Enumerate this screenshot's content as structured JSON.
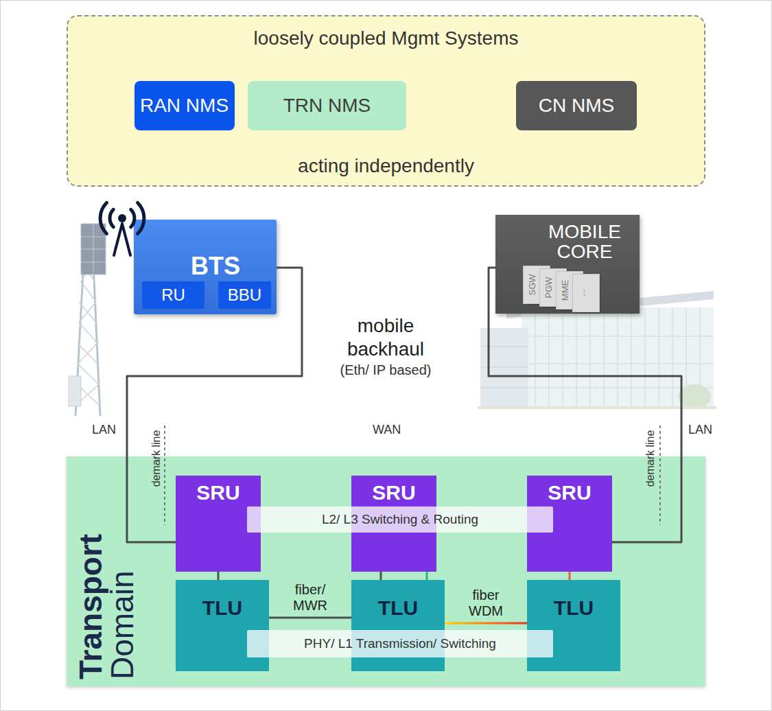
{
  "diagram": {
    "nodes": [
      {
        "text": [
          "loosely coupled Mgmt Systems",
          "acting independently"
        ]
      },
      {
        "text": [
          "RAN NMS"
        ],
        "in": 0
      },
      {
        "text": [
          "TRN NMS"
        ],
        "in": 0
      },
      {
        "text": [
          "CN NMS"
        ],
        "in": 0
      },
      {
        "text": [
          "BTS"
        ]
      },
      {
        "text": [
          "RU"
        ],
        "in": 4
      },
      {
        "text": [
          "BBU"
        ],
        "in": 4
      },
      {
        "text": [
          "MOBILE CORE"
        ]
      },
      {
        "text": [
          "Transport Domain"
        ]
      },
      {
        "text": [
          "SRU"
        ],
        "in": 8
      },
      {
        "text": [
          "SRU"
        ],
        "in": 8
      },
      {
        "text": [
          "SRU"
        ],
        "in": 8
      },
      {
        "text": [
          "L2/ L3 Switching & Routing"
        ],
        "in": 8
      },
      {
        "text": [
          "TLU"
        ],
        "in": 8
      },
      {
        "text": [
          "TLU"
        ],
        "in": 8
      },
      {
        "text": [
          "TLU"
        ],
        "in": 8
      },
      {
        "text": [
          "PHY/ L1 Transmission/ Switching"
        ],
        "in": 8
      }
    ],
    "edges": [
      {
        "from": 4,
        "to": 9,
        "arrow": "none"
      },
      {
        "from": 7,
        "to": 11,
        "arrow": "none"
      },
      {
        "from": 9,
        "to": 13,
        "arrow": "none"
      },
      {
        "from": 10,
        "to": 14,
        "arrow": "none"
      },
      {
        "from": 10,
        "to": 14,
        "arrow": "none"
      },
      {
        "from": 11,
        "to": 15,
        "arrow": "none"
      },
      {
        "from": 13,
        "to": 14,
        "label": "fiber/ MWR",
        "arrow": "none"
      },
      {
        "from": 14,
        "to": 15,
        "label": "fiber WDM",
        "arrow": "none"
      }
    ],
    "labels": [
      "mobile backhaul",
      "(Eth/ IP based)",
      "LAN",
      "WAN",
      "LAN",
      "demark line",
      "demark line",
      "SGW",
      "PGW",
      "MME",
      "..."
    ]
  }
}
